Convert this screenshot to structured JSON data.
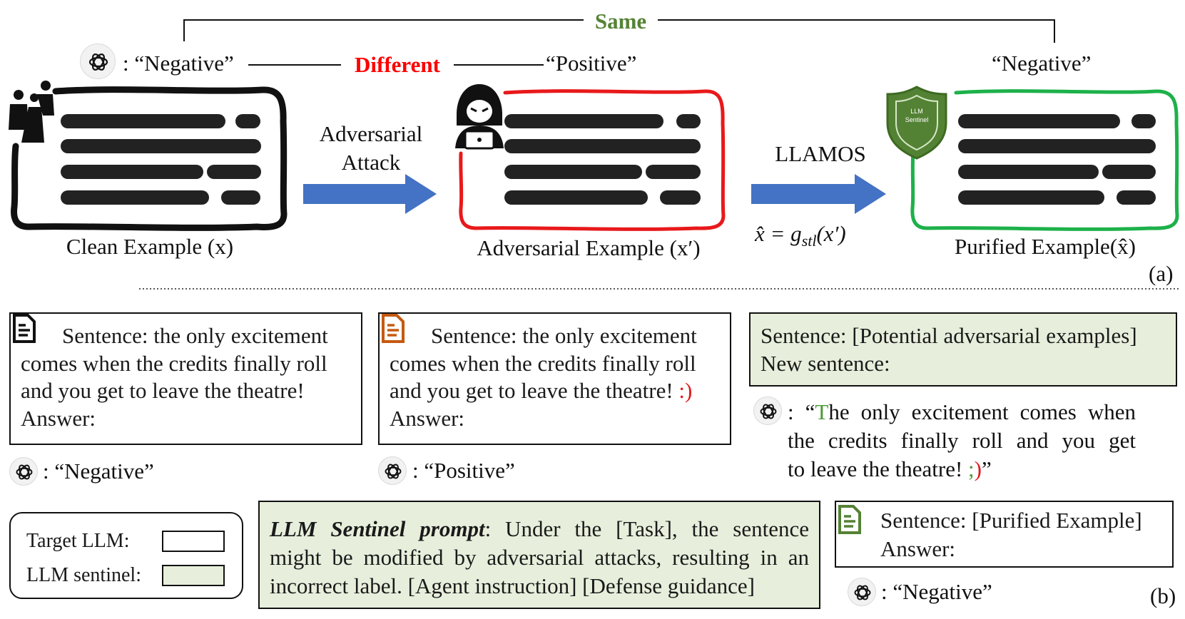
{
  "top": {
    "same_label": "Same",
    "different_label": "Different",
    "clean_prediction": ": “Negative”",
    "adv_prediction": "“Positive”",
    "purified_prediction": "“Negative”",
    "attack_label_1": "Adversarial",
    "attack_label_2": "Attack",
    "method_label": "LLAMOS",
    "method_formula": "x̂ = g",
    "method_formula_sub": "stl",
    "method_formula_tail": "(x′)",
    "shield_text_1": "LLM",
    "shield_text_2": "Sentinel",
    "clean_caption": "Clean Example (x)",
    "adv_caption": "Adversarial Example (x′)",
    "purified_caption": "Purified Example(x̂)",
    "panel_a": "(a)"
  },
  "bottom": {
    "clean_box": {
      "line1": "Sentence: the only excitement",
      "line2": "comes when the credits finally roll",
      "line3": "and you get to leave the theatre!",
      "line4": "Answer:",
      "prediction": ": “Negative”"
    },
    "adv_box": {
      "line1": "Sentence: the only excitement",
      "line2": "comes when the credits finally roll",
      "line3": "and you get to leave the theatre!",
      "emoticon": ":)",
      "line4": "Answer:",
      "prediction": ": “Positive”"
    },
    "sentinel_box": {
      "line1": "Sentence: [Potential adversarial examples]",
      "line2": "New sentence:"
    },
    "sentinel_output": {
      "open": ": “",
      "first_letter": "T",
      "line1_rest": "he only excitement comes when",
      "line2": "the credits finally roll and you get",
      "line3": "to leave the theatre! ",
      "semicolon": ";",
      "paren": ")",
      "close": "”"
    },
    "legend": {
      "target_llm": "Target LLM:",
      "llm_sentinel": "LLM sentinel:"
    },
    "prompt": {
      "title": "LLM Sentinel prompt",
      "line1_rest": ": Under the [Task], the sentence",
      "line2": "might be modified by adversarial attacks, resulting in an",
      "line3": "incorrect label. [Agent instruction] [Defense guidance]"
    },
    "purified_box": {
      "line1": "Sentence: [Purified Example]",
      "line2": "Answer:",
      "prediction": ": “Negative”"
    },
    "panel_b": "(b)"
  },
  "colors": {
    "attacked": "#e8191b",
    "purified": "#1db14a",
    "arrow": "#4472c4",
    "sentinel_fill": "#e7efdc",
    "same_text": "#548235",
    "different_text": "#ff0000",
    "clean_doc": "#111111",
    "adv_doc": "#c55a11",
    "purified_doc": "#548235"
  },
  "icons": [
    "chatgpt-icon",
    "family-icon",
    "hacker-icon",
    "shield-icon",
    "document-icon"
  ]
}
